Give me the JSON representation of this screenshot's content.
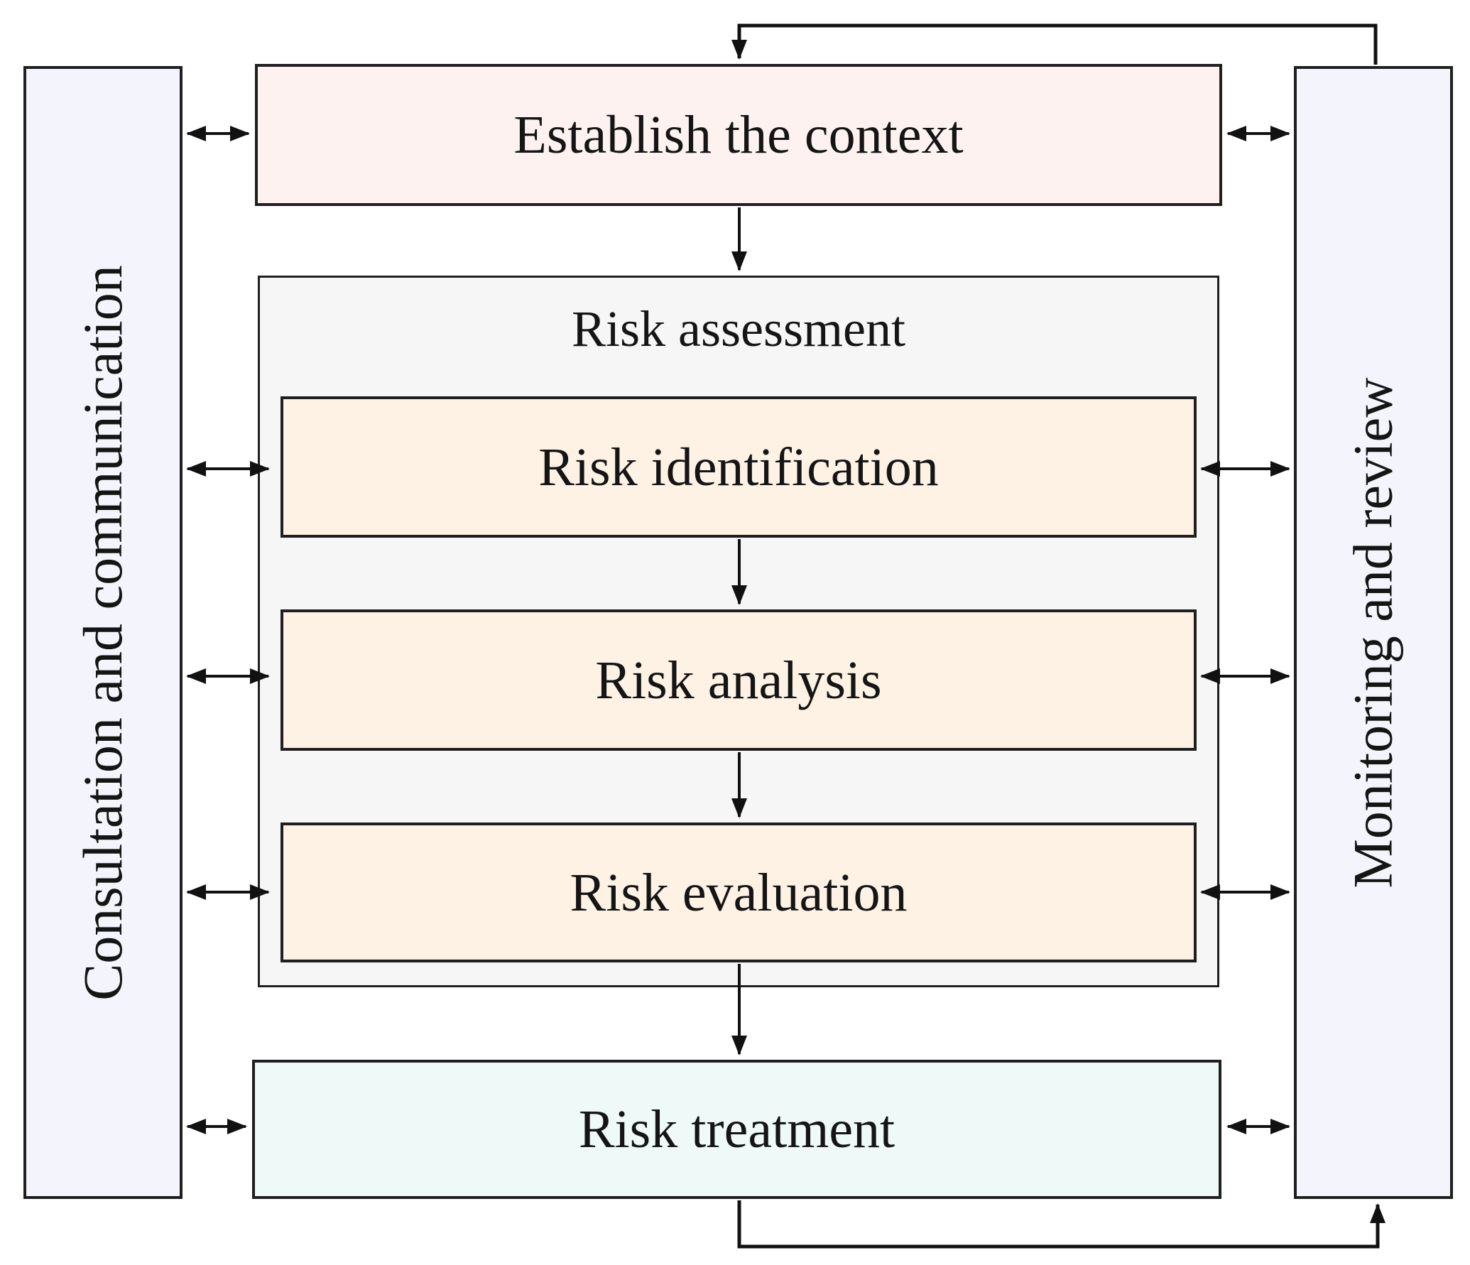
{
  "diagram": {
    "left_bar": {
      "label": "Consultation and communication"
    },
    "right_bar": {
      "label": "Monitoring and review"
    },
    "boxes": {
      "establish": {
        "label": "Establish the context"
      },
      "assessment": {
        "label": "Risk assessment"
      },
      "identification": {
        "label": "Risk identification"
      },
      "analysis": {
        "label": "Risk analysis"
      },
      "evaluation": {
        "label": "Risk evaluation"
      },
      "treatment": {
        "label": "Risk treatment"
      }
    },
    "colors": {
      "bar-fill": "#f4f5fc",
      "pink-fill": "#fdf2ef",
      "gray-fill": "#f6f6f7",
      "peach-fill": "#fdf2e4",
      "mint-fill": "#eef9f8",
      "line": "#111111",
      "border": "#1f1f1f"
    }
  }
}
